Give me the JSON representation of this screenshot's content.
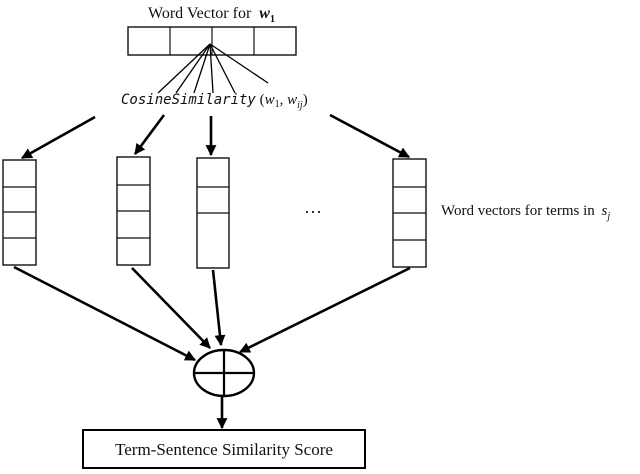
{
  "diagram": {
    "top_vector_label": "Word Vector for",
    "top_vector_var": "w",
    "top_vector_sub": "1",
    "cosine_func": "CosineSimilarity",
    "cosine_open": " (",
    "cosine_arg1_var": "w",
    "cosine_arg1_sub": "1",
    "cosine_sep": ", ",
    "cosine_arg2_var": "w",
    "cosine_arg2_sub": "ij",
    "cosine_close": ")",
    "ellipsis": "…",
    "vectors_label": "Word vectors for terms in",
    "vectors_var": "s",
    "vectors_sub": "j",
    "result_label": "Term-Sentence Similarity Score"
  }
}
